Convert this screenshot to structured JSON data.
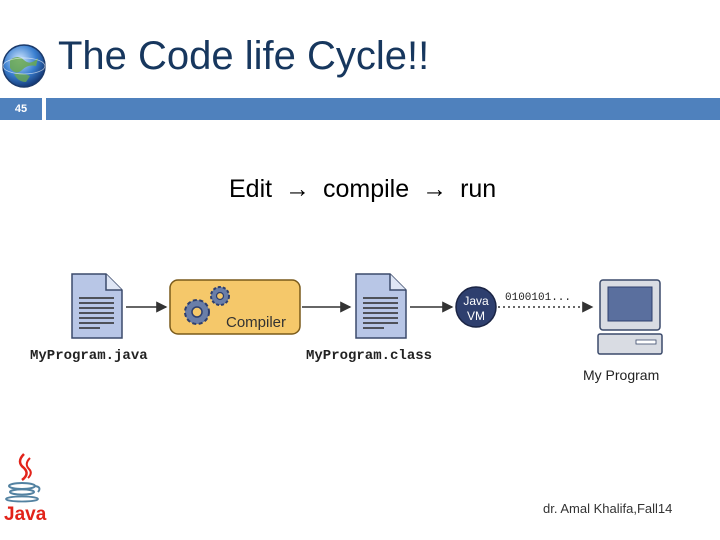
{
  "slide": {
    "title": "The Code life Cycle!!",
    "number": "45",
    "heading_parts": [
      "Edit",
      "compile",
      "run"
    ],
    "arrow_glyph": "→",
    "footer": "dr. Amal Khalifa,Fall14"
  },
  "diagram": {
    "source_file_label": "MyProgram.java",
    "compiler_label": "Compiler",
    "class_file_label": "MyProgram.class",
    "vm_label_line1": "Java",
    "vm_label_line2": "VM",
    "bytecode_label": "0100101...",
    "program_label": "My Program"
  },
  "logos": {
    "java_text": "Java"
  },
  "colors": {
    "title": "#17375e",
    "accent_bar": "#4f81bd",
    "compiler_fill": "#f5c86a",
    "file_fill": "#b8c6e6",
    "vm_fill": "#2e3f6e",
    "java_red": "#e2231a",
    "java_blue": "#5382a1"
  }
}
